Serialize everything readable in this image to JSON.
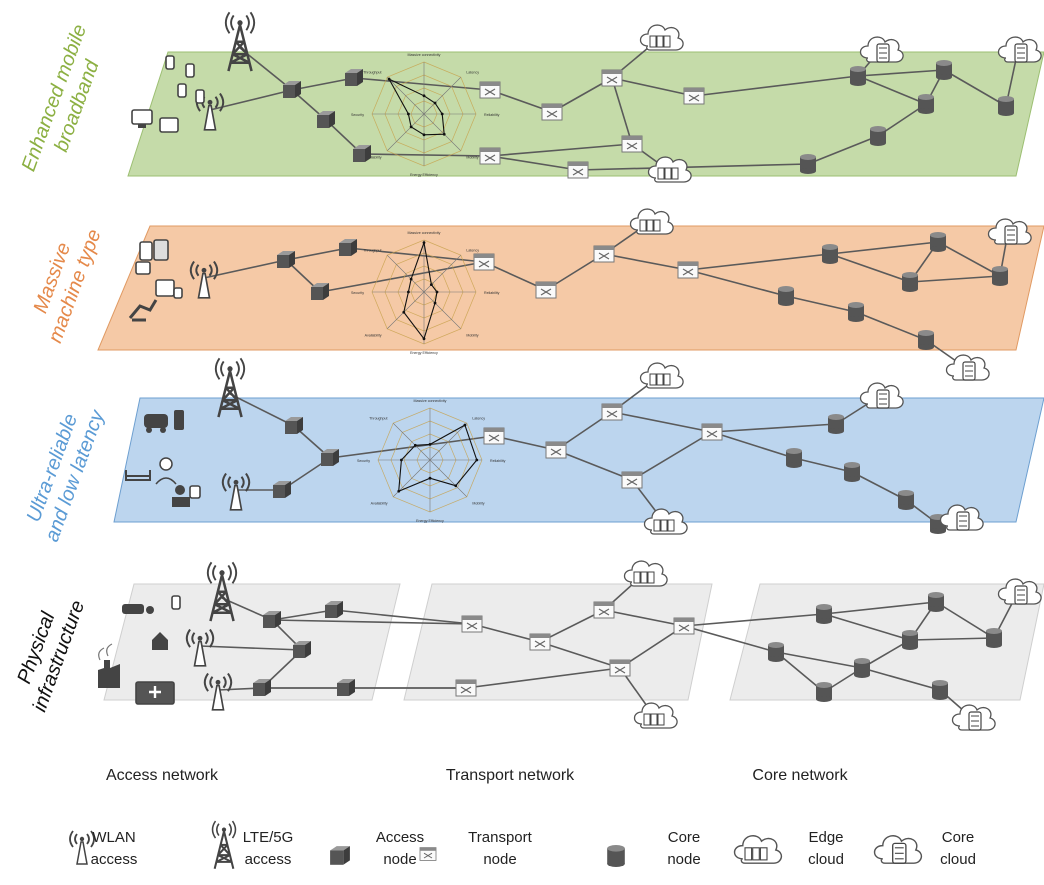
{
  "layers": [
    {
      "key": "embb",
      "label_lines": [
        "Enhanced mobile",
        "broadband"
      ],
      "fill": "#c5dba9",
      "stroke": "#9cbf72",
      "label_color": "#8cb043"
    },
    {
      "key": "mmtc",
      "label_lines": [
        "Massive",
        "machine type"
      ],
      "fill": "#f5c9a6",
      "stroke": "#e09a63",
      "label_color": "#e5894a"
    },
    {
      "key": "urllc",
      "label_lines": [
        "Ultra-reliable",
        "and low latency"
      ],
      "fill": "#bcd5ee",
      "stroke": "#6d9fd0",
      "label_color": "#5b9bd5"
    },
    {
      "key": "phys",
      "label_lines": [
        "Physical",
        "infrastructure"
      ],
      "fill": "#ececec",
      "stroke": "#cfcfcf",
      "label_color": "#111111"
    }
  ],
  "network_labels": {
    "access": "Access network",
    "transport": "Transport network",
    "core": "Core network"
  },
  "radar_axes": [
    "Massive connectivity",
    "Latency",
    "Reliability",
    "Mobility",
    "Energy Efficiency",
    "Availability",
    "Security",
    "Throughput"
  ],
  "legend": [
    {
      "icon": "wlan-icon",
      "line1": "WLAN",
      "line2": "access"
    },
    {
      "icon": "lte-5g-tower-icon",
      "line1": "LTE/5G",
      "line2": "access"
    },
    {
      "icon": "access-node-icon",
      "line1": "Access",
      "line2": "node"
    },
    {
      "icon": "transport-node-icon",
      "line1": "Transport",
      "line2": "node"
    },
    {
      "icon": "core-node-icon",
      "line1": "Core",
      "line2": "node"
    },
    {
      "icon": "edge-cloud-icon",
      "line1": "Edge",
      "line2": "cloud"
    },
    {
      "icon": "core-cloud-icon",
      "line1": "Core",
      "line2": "cloud"
    }
  ],
  "colors": {
    "node": "#555555",
    "link": "#5a5a5a",
    "transport_node": "#bdbdbd"
  }
}
